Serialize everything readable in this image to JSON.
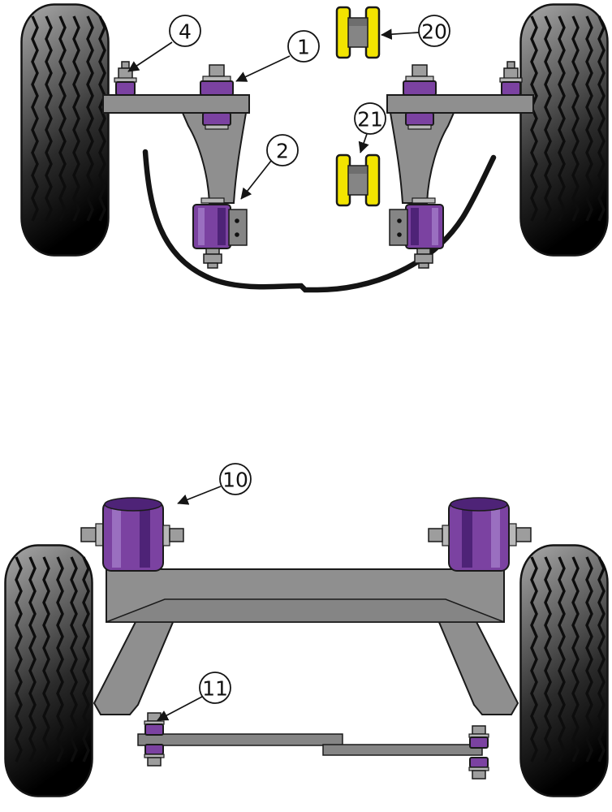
{
  "diagram": {
    "callouts": {
      "item1": {
        "label": "1"
      },
      "item2": {
        "label": "2"
      },
      "item4": {
        "label": "4"
      },
      "item10": {
        "label": "10"
      },
      "item11": {
        "label": "11"
      },
      "item20": {
        "label": "20"
      },
      "item21": {
        "label": "21"
      }
    }
  },
  "colors": {
    "bush-purple": "#7b42a1",
    "bush-purple-dark": "#4e2377",
    "bush-purple-light": "#9a6fc0",
    "bush-yellow": "#f2e400",
    "metal": "#8f8f8f",
    "metal-dark": "#6e6e6e",
    "hardware": "#9d9d9d",
    "washer": "#b8b8b8",
    "outline": "#1a1a1a",
    "background": "#ffffff"
  }
}
